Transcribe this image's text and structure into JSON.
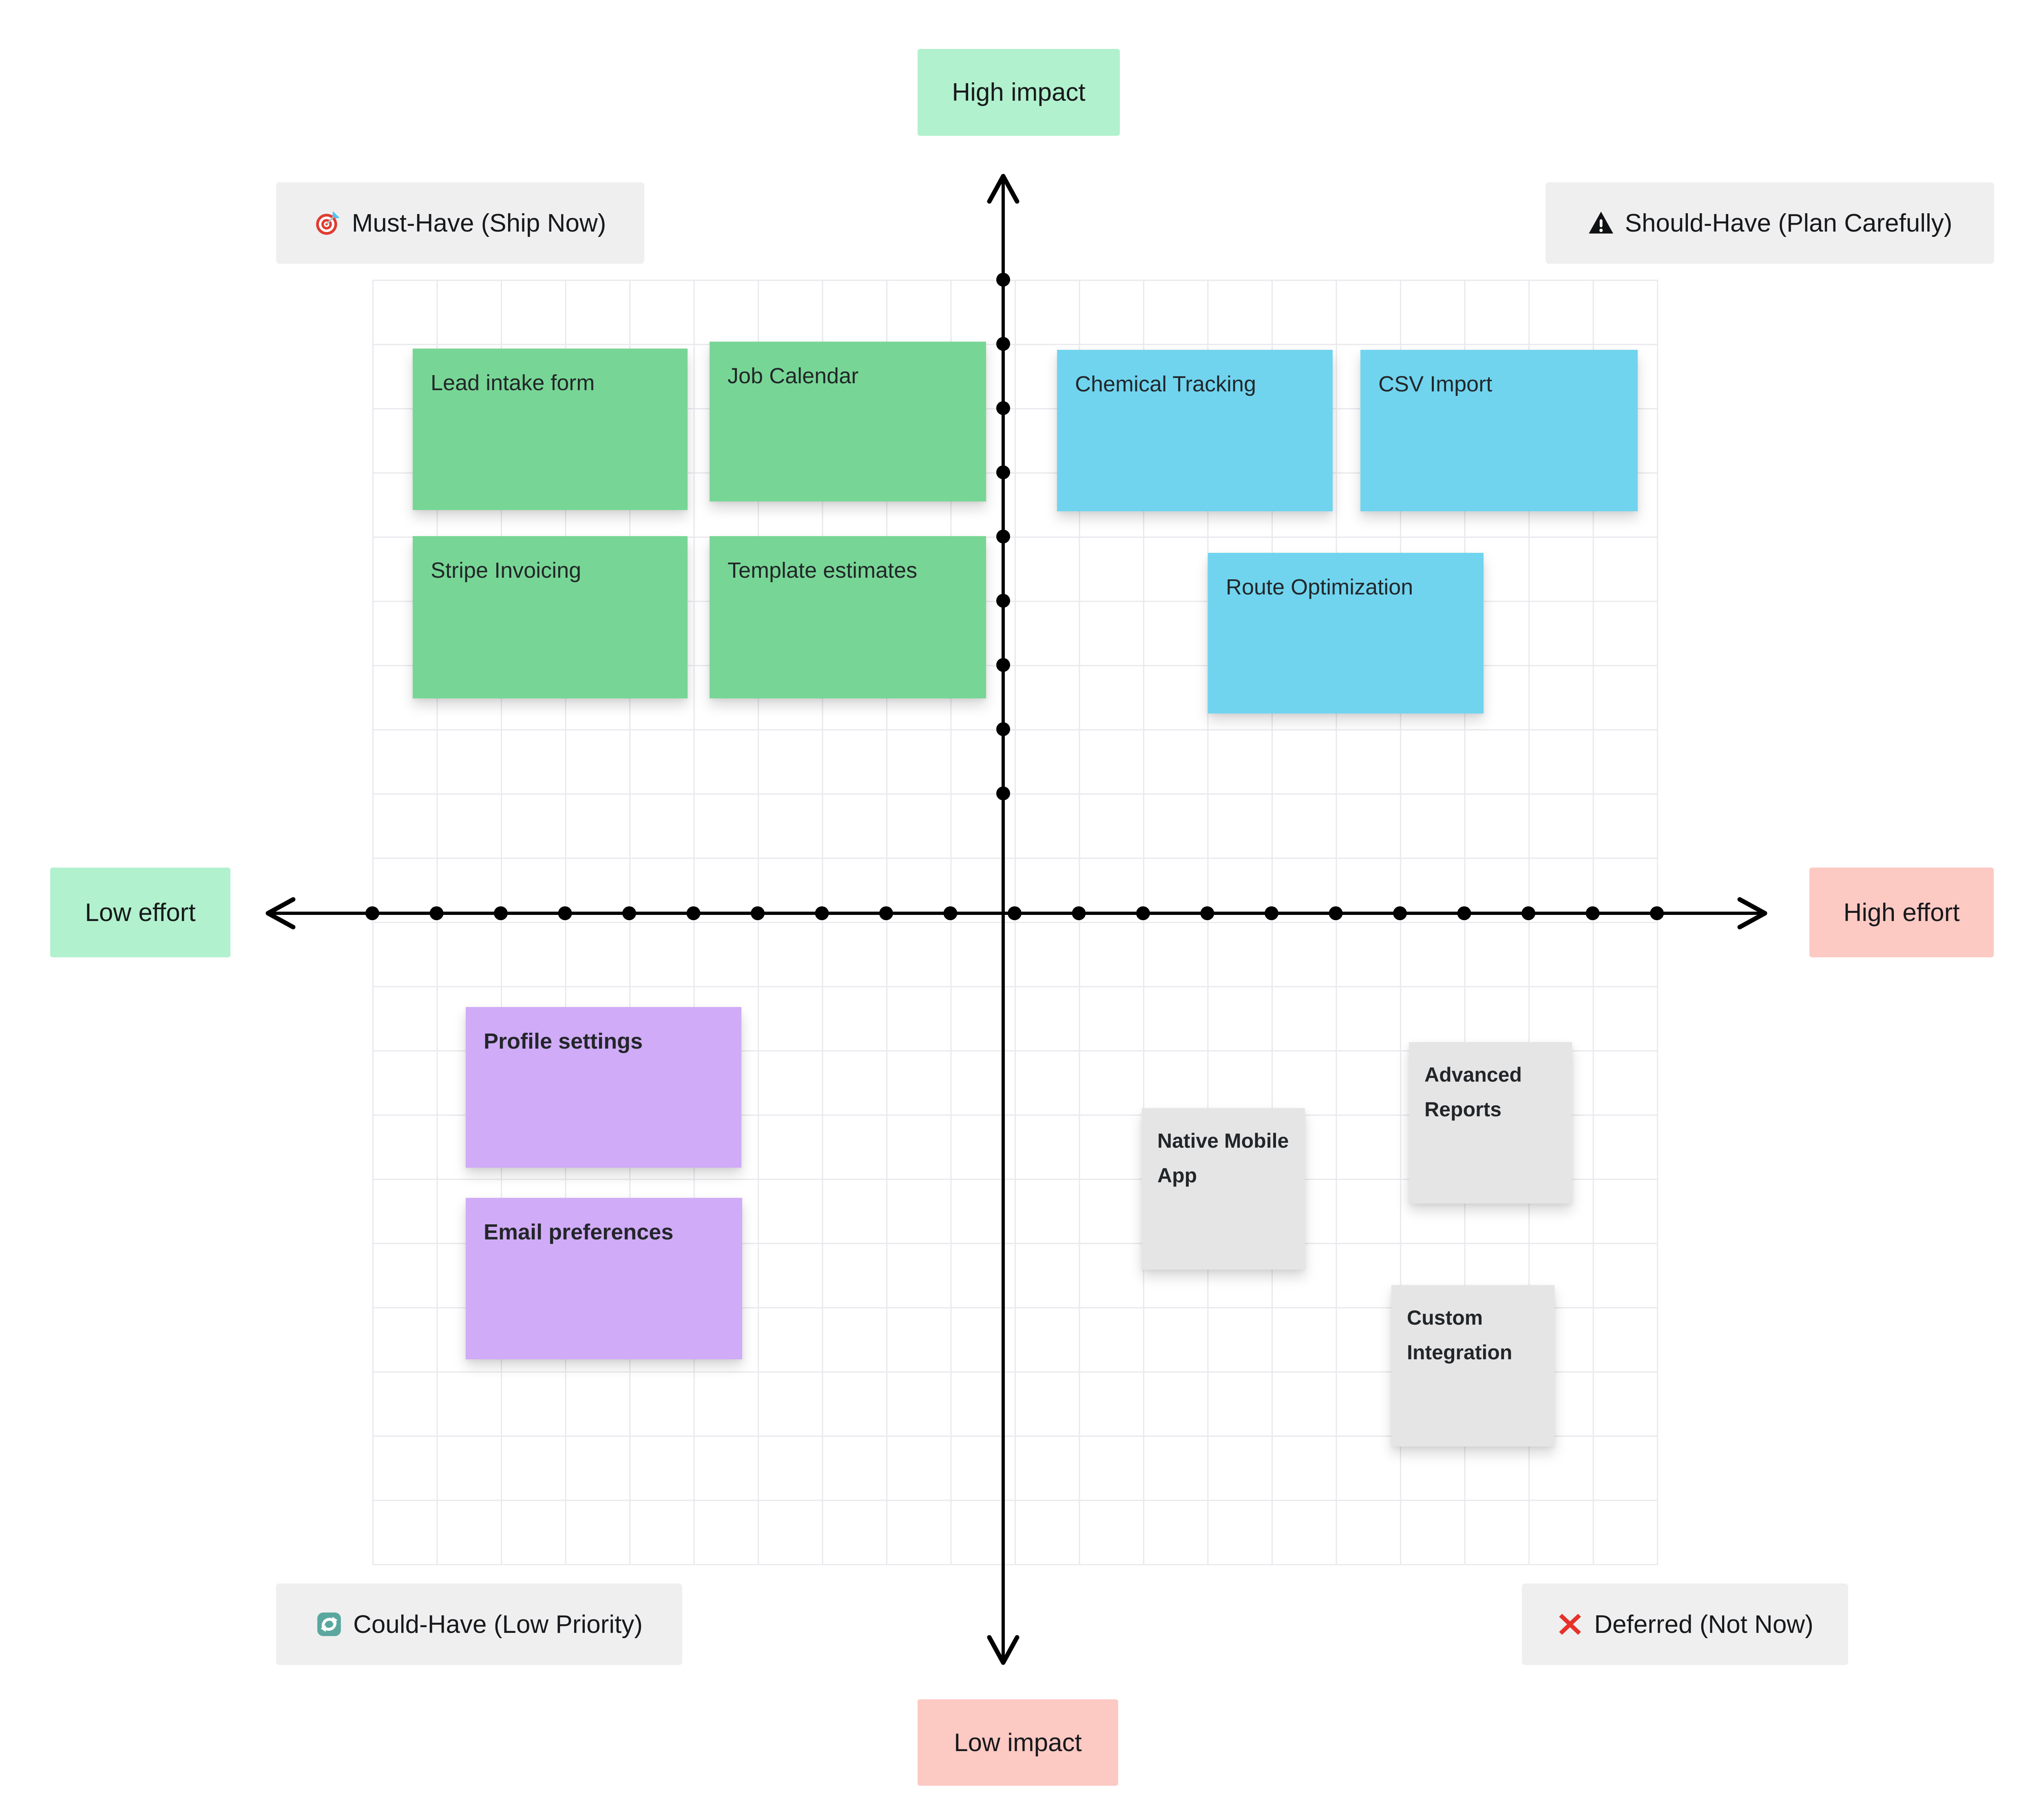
{
  "axis_labels": {
    "top": "High impact",
    "bottom": "Low impact",
    "left": "Low effort",
    "right": "High effort"
  },
  "quadrant_labels": {
    "must_have": {
      "icon": "target-icon",
      "text": "Must-Have (Ship Now)"
    },
    "should_have": {
      "icon": "warning-icon",
      "text": "Should-Have (Plan Carefully)"
    },
    "could_have": {
      "icon": "cycle-arrows-icon",
      "text": "Could-Have (Low Priority)"
    },
    "deferred": {
      "icon": "cross-mark-icon",
      "text": "Deferred (Not Now)"
    }
  },
  "notes": [
    {
      "label": "Lead intake form",
      "quadrant": "must_have",
      "color": "green"
    },
    {
      "label": "Job Calendar",
      "quadrant": "must_have",
      "color": "green"
    },
    {
      "label": "Stripe Invoicing",
      "quadrant": "must_have",
      "color": "green"
    },
    {
      "label": "Template estimates",
      "quadrant": "must_have",
      "color": "green"
    },
    {
      "label": "Chemical Tracking",
      "quadrant": "should_have",
      "color": "blue"
    },
    {
      "label": "CSV Import",
      "quadrant": "should_have",
      "color": "blue"
    },
    {
      "label": "Route Optimization",
      "quadrant": "should_have",
      "color": "blue"
    },
    {
      "label": "Profile settings",
      "quadrant": "could_have",
      "color": "purple"
    },
    {
      "label": "Email preferences",
      "quadrant": "could_have",
      "color": "purple"
    },
    {
      "label": "Native Mobile App",
      "quadrant": "deferred",
      "color": "gray"
    },
    {
      "label": "Advanced Reports",
      "quadrant": "deferred",
      "color": "gray"
    },
    {
      "label": "Custom Integration",
      "quadrant": "deferred",
      "color": "gray"
    }
  ],
  "colors": {
    "note_green": "#77d695",
    "note_blue": "#70d4ef",
    "note_purple": "#d0abf7",
    "note_gray": "#e5e5e6",
    "label_mint": "#b1f1cd",
    "label_pink": "#fcc9c3",
    "label_gray": "#efefef",
    "axis_black": "#000000",
    "grid_line": "#e9e9ee",
    "note_text": "#222629",
    "icon_red": "#e5322a",
    "icon_teal": "#5aa79f"
  }
}
